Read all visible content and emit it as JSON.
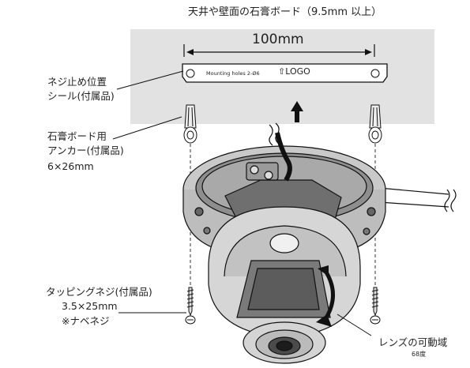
{
  "header": {
    "board_label": "天井や壁面の石膏ボード（9.5mm 以上）"
  },
  "template": {
    "spacing_label": "100mm",
    "holes_text": "Mounting holes 2-Ø6",
    "arrow_glyph": "⇧",
    "logo_text": "LOGO"
  },
  "callouts": {
    "sticker": {
      "line1": "ネジ止め位置",
      "line2": "シール(付属品)"
    },
    "anchor": {
      "line1": "石膏ボード用",
      "line2": "アンカー(付属品)",
      "line3": "6×26mm"
    },
    "screw": {
      "line1": "タッピングネジ(付属品)",
      "line2": "3.5×25mm",
      "line3": "※ナベネジ"
    },
    "lens": {
      "line1": "レンズの可動域",
      "line2": "68度"
    }
  },
  "colors": {
    "board": "#e2e2e2",
    "line": "#111111",
    "body_gray": "#b5b5b5",
    "dark_gray": "#555555"
  }
}
